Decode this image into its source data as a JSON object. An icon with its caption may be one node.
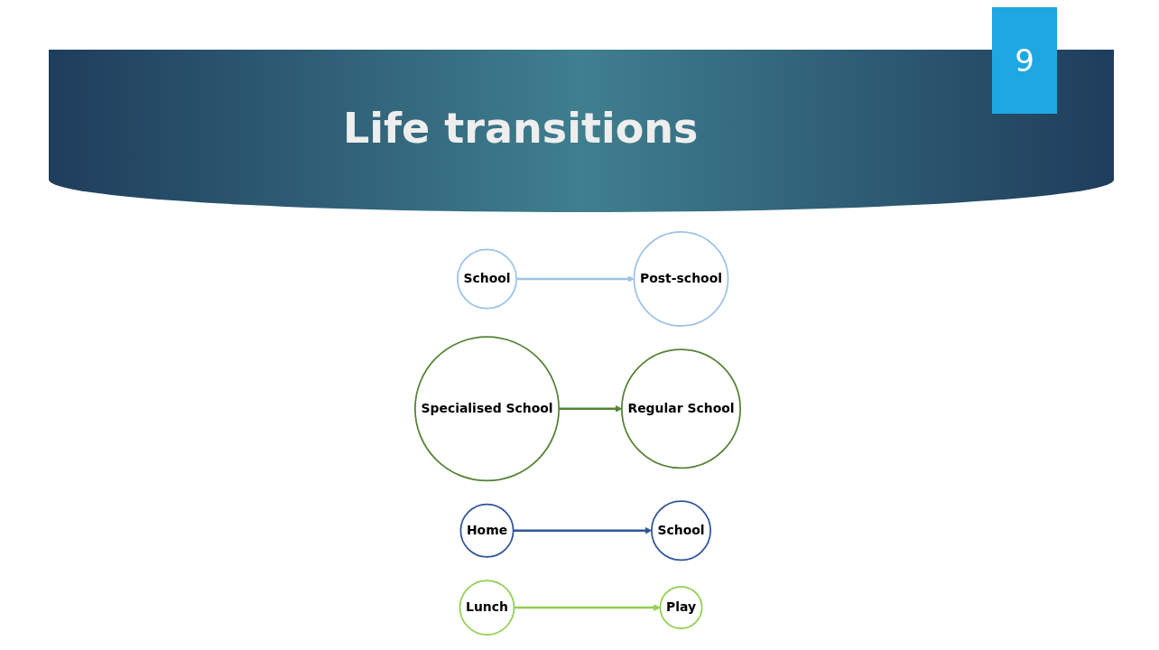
{
  "diagram": {
    "title": "Life transitions",
    "nodes": [
      {
        "text": [
          "School"
        ]
      },
      {
        "text": [
          "Post-school"
        ]
      },
      {
        "text": [
          "Specialised School"
        ]
      },
      {
        "text": [
          "Regular School"
        ]
      },
      {
        "text": [
          "Home"
        ]
      },
      {
        "text": [
          "School"
        ]
      },
      {
        "text": [
          "Lunch"
        ]
      },
      {
        "text": [
          "Play"
        ]
      }
    ],
    "edges": [
      {
        "from": 0,
        "to": 1,
        "arrow": "to",
        "color": "#9dc3e6"
      },
      {
        "from": 2,
        "to": 3,
        "arrow": "to",
        "color": "#548235"
      },
      {
        "from": 4,
        "to": 5,
        "arrow": "to",
        "color": "#2f5597"
      },
      {
        "from": 6,
        "to": 7,
        "arrow": "to",
        "color": "#92d050"
      }
    ],
    "labels": [
      "9"
    ]
  }
}
